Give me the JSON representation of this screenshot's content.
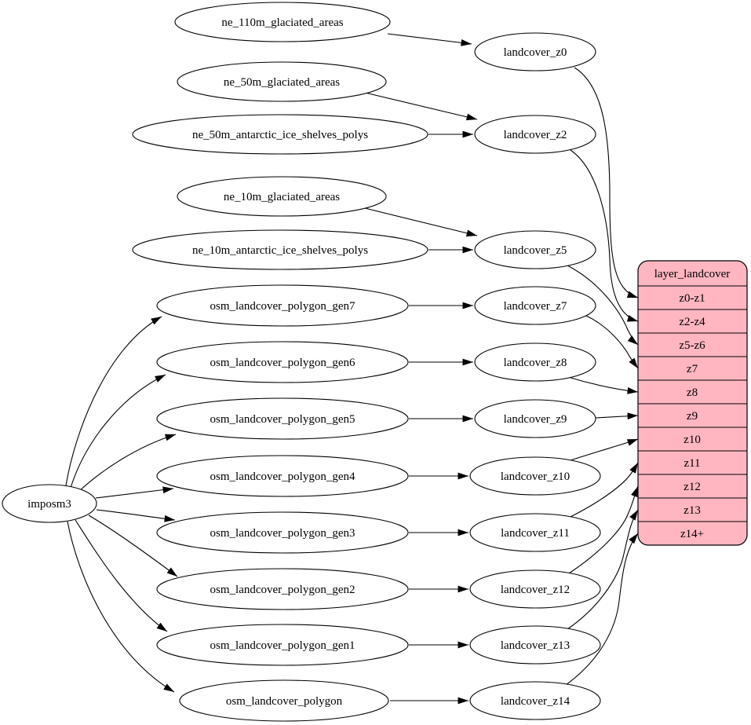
{
  "diagram": {
    "type": "graphviz-dependency-graph",
    "colors": {
      "background": "#ffffff",
      "node_fill": "#ffffff",
      "stroke": "#000000",
      "edge": "#000000",
      "table_fill": "#ffb6c1"
    },
    "nodes": {
      "imposm3": {
        "label": "imposm3"
      },
      "ne110m": {
        "label": "ne_110m_glaciated_areas"
      },
      "ne50mg": {
        "label": "ne_50m_glaciated_areas"
      },
      "ne50ma": {
        "label": "ne_50m_antarctic_ice_shelves_polys"
      },
      "ne10mg": {
        "label": "ne_10m_glaciated_areas"
      },
      "ne10ma": {
        "label": "ne_10m_antarctic_ice_shelves_polys"
      },
      "gen7": {
        "label": "osm_landcover_polygon_gen7"
      },
      "gen6": {
        "label": "osm_landcover_polygon_gen6"
      },
      "gen5": {
        "label": "osm_landcover_polygon_gen5"
      },
      "gen4": {
        "label": "osm_landcover_polygon_gen4"
      },
      "gen3": {
        "label": "osm_landcover_polygon_gen3"
      },
      "gen2": {
        "label": "osm_landcover_polygon_gen2"
      },
      "gen1": {
        "label": "osm_landcover_polygon_gen1"
      },
      "poly": {
        "label": "osm_landcover_polygon"
      },
      "z0": {
        "label": "landcover_z0"
      },
      "z2": {
        "label": "landcover_z2"
      },
      "z5": {
        "label": "landcover_z5"
      },
      "z7": {
        "label": "landcover_z7"
      },
      "z8": {
        "label": "landcover_z8"
      },
      "z9": {
        "label": "landcover_z9"
      },
      "z10": {
        "label": "landcover_z10"
      },
      "z11": {
        "label": "landcover_z11"
      },
      "z12": {
        "label": "landcover_z12"
      },
      "z13": {
        "label": "landcover_z13"
      },
      "z14": {
        "label": "landcover_z14"
      }
    },
    "table": {
      "title": "layer_landcover",
      "rows": [
        "z0-z1",
        "z2-z4",
        "z5-z6",
        "z7",
        "z8",
        "z9",
        "z10",
        "z11",
        "z12",
        "z13",
        "z14+"
      ]
    },
    "edges": [
      {
        "from": "imposm3",
        "to": "osm_landcover_polygon_gen7"
      },
      {
        "from": "imposm3",
        "to": "osm_landcover_polygon_gen6"
      },
      {
        "from": "imposm3",
        "to": "osm_landcover_polygon_gen5"
      },
      {
        "from": "imposm3",
        "to": "osm_landcover_polygon_gen4"
      },
      {
        "from": "imposm3",
        "to": "osm_landcover_polygon_gen3"
      },
      {
        "from": "imposm3",
        "to": "osm_landcover_polygon_gen2"
      },
      {
        "from": "imposm3",
        "to": "osm_landcover_polygon_gen1"
      },
      {
        "from": "imposm3",
        "to": "osm_landcover_polygon"
      },
      {
        "from": "ne_110m_glaciated_areas",
        "to": "landcover_z0"
      },
      {
        "from": "ne_50m_glaciated_areas",
        "to": "landcover_z2"
      },
      {
        "from": "ne_50m_antarctic_ice_shelves_polys",
        "to": "landcover_z2"
      },
      {
        "from": "ne_10m_glaciated_areas",
        "to": "landcover_z5"
      },
      {
        "from": "ne_10m_antarctic_ice_shelves_polys",
        "to": "landcover_z5"
      },
      {
        "from": "osm_landcover_polygon_gen7",
        "to": "landcover_z7"
      },
      {
        "from": "osm_landcover_polygon_gen6",
        "to": "landcover_z8"
      },
      {
        "from": "osm_landcover_polygon_gen5",
        "to": "landcover_z9"
      },
      {
        "from": "osm_landcover_polygon_gen4",
        "to": "landcover_z10"
      },
      {
        "from": "osm_landcover_polygon_gen3",
        "to": "landcover_z11"
      },
      {
        "from": "osm_landcover_polygon_gen2",
        "to": "landcover_z12"
      },
      {
        "from": "osm_landcover_polygon_gen1",
        "to": "landcover_z13"
      },
      {
        "from": "osm_landcover_polygon",
        "to": "landcover_z14"
      },
      {
        "from": "landcover_z0",
        "to": "layer_landcover:z0-z1"
      },
      {
        "from": "landcover_z2",
        "to": "layer_landcover:z2-z4"
      },
      {
        "from": "landcover_z5",
        "to": "layer_landcover:z5-z6"
      },
      {
        "from": "landcover_z7",
        "to": "layer_landcover:z7"
      },
      {
        "from": "landcover_z8",
        "to": "layer_landcover:z8"
      },
      {
        "from": "landcover_z9",
        "to": "layer_landcover:z9"
      },
      {
        "from": "landcover_z10",
        "to": "layer_landcover:z10"
      },
      {
        "from": "landcover_z11",
        "to": "layer_landcover:z11"
      },
      {
        "from": "landcover_z12",
        "to": "layer_landcover:z12"
      },
      {
        "from": "landcover_z13",
        "to": "layer_landcover:z13"
      },
      {
        "from": "landcover_z14",
        "to": "layer_landcover:z14+"
      }
    ]
  }
}
